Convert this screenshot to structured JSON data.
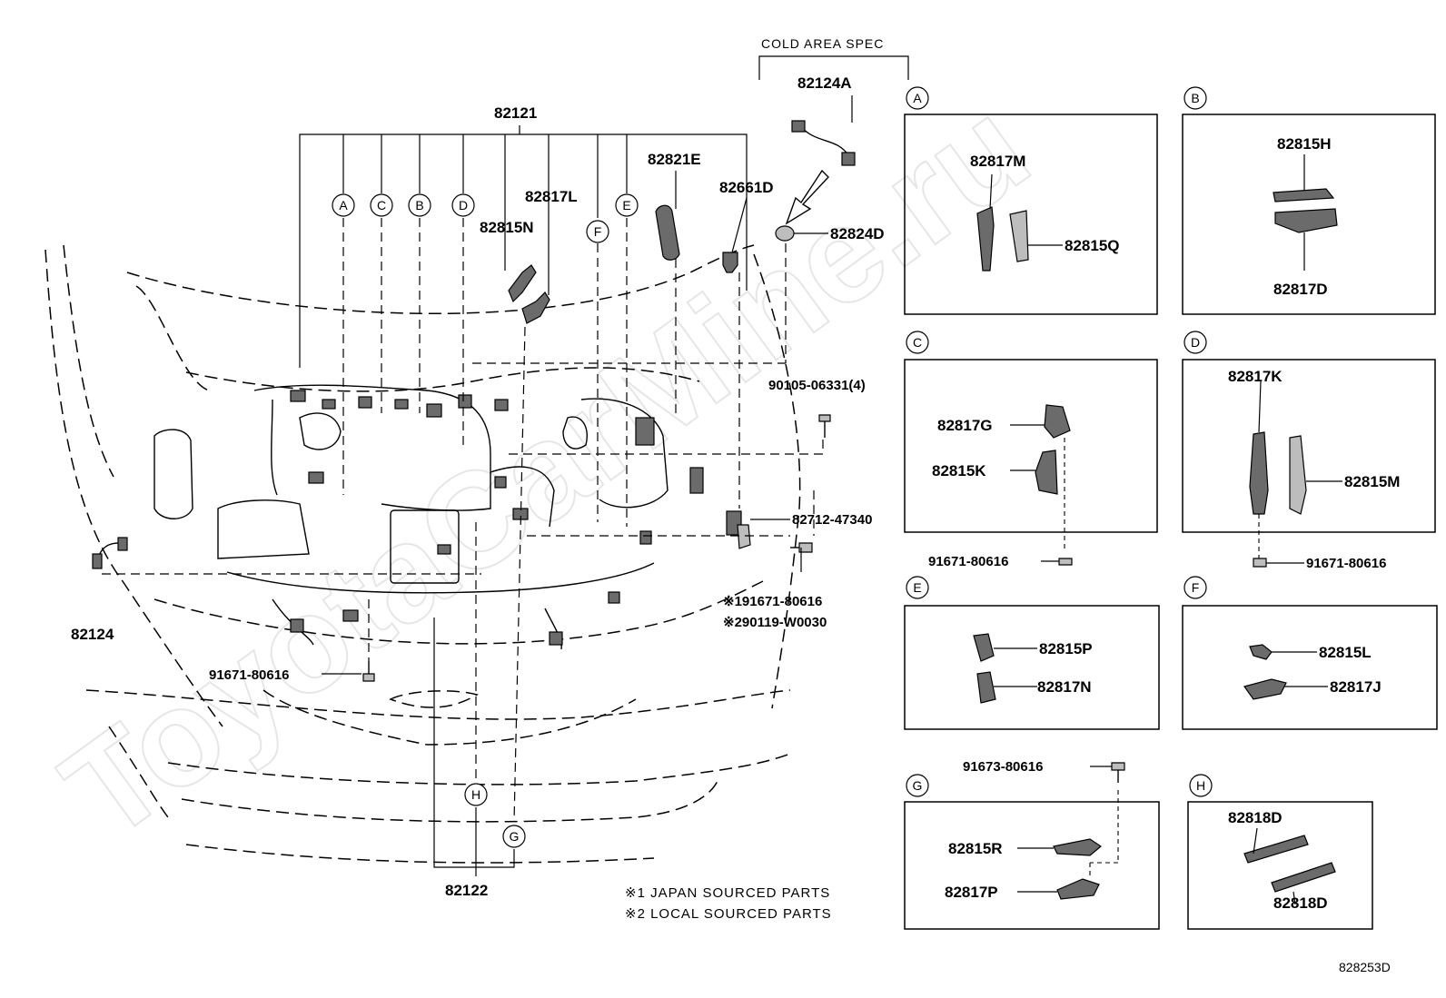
{
  "watermark": "ToyotaCarMine.ru",
  "header": {
    "cold_area_spec": "COLD AREA SPEC"
  },
  "main_labels": {
    "harness_top": "82121",
    "harness_bottom": "82122",
    "harness_left": "82124",
    "cold_harness": "82124A",
    "p_82821E": "82821E",
    "p_82661D": "82661D",
    "p_82817L": "82817L",
    "p_82815N": "82815N",
    "p_82824D": "82824D",
    "bolt_90105": "90105-06331(4)",
    "clip_82712": "82712-47340",
    "bolt_91671_left": "91671-80616",
    "bolt_japan": "※191671-80616",
    "bolt_local": "※290119-W0030"
  },
  "callouts": {
    "A": "A",
    "B": "B",
    "C": "C",
    "D": "D",
    "E": "E",
    "F": "F",
    "G": "G",
    "H": "H"
  },
  "detail_boxes": {
    "A": {
      "top": "82817M",
      "right": "82815Q"
    },
    "B": {
      "top": "82815H",
      "bottom": "82817D"
    },
    "C": {
      "top": "82817G",
      "mid": "82815K",
      "bolt": "91671-80616"
    },
    "D": {
      "top": "82817K",
      "right": "82815M",
      "bolt": "91671-80616"
    },
    "E": {
      "top": "82815P",
      "bottom": "82817N"
    },
    "F": {
      "top": "82815L",
      "bottom": "82817J"
    },
    "G": {
      "bolt": "91673-80616",
      "top": "82815R",
      "bottom": "82817P"
    },
    "H": {
      "top": "82818D",
      "bottom": "82818D"
    }
  },
  "notes": {
    "note1": "※1 JAPAN SOURCED PARTS",
    "note2": "※2 LOCAL SOURCED PARTS"
  },
  "diagram_code": "828253D"
}
